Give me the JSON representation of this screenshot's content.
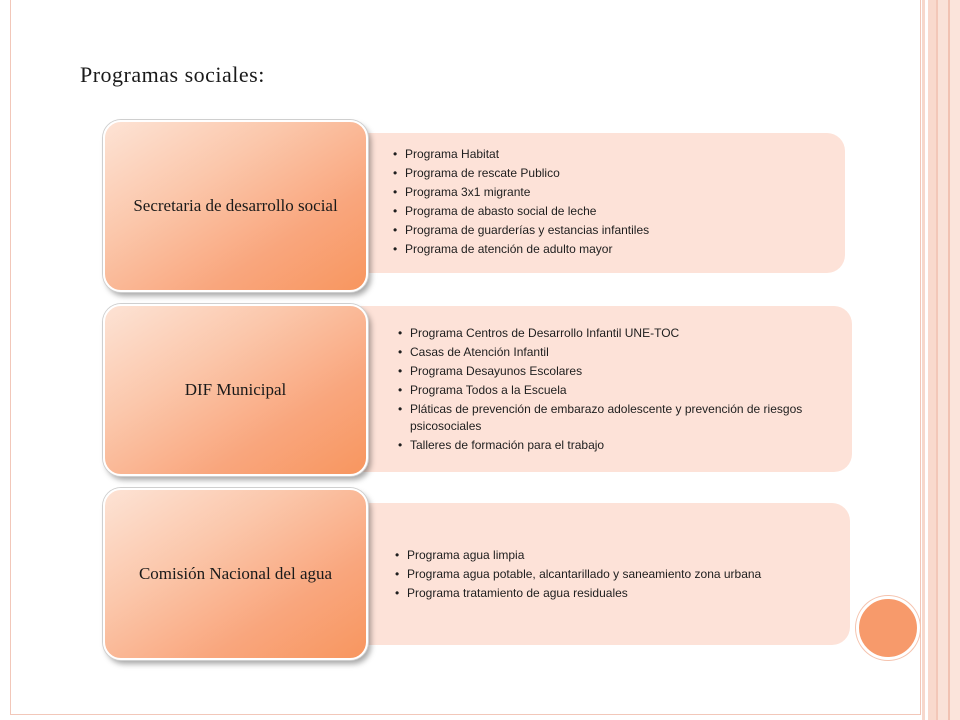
{
  "slide": {
    "title": "Programas sociales:",
    "colors": {
      "accent": "#f79a6b",
      "panel_bg": "#fde2d8",
      "box_gradient_start": "#fde3d5",
      "box_gradient_end": "#f8965f"
    }
  },
  "groups": [
    {
      "label": "Secretaria de desarrollo social",
      "items": [
        "Programa Habitat",
        "Programa de rescate Publico",
        "Programa 3x1 migrante",
        "Programa de abasto social de leche",
        "Programa de guarderías y estancias infantiles",
        "Programa de atención de adulto mayor"
      ]
    },
    {
      "label": "DIF Municipal",
      "items": [
        "Programa Centros de Desarrollo Infantil UNE-TOC",
        "Casas de Atención Infantil",
        "Programa Desayunos Escolares",
        "Programa Todos a la Escuela",
        "Pláticas de prevención de embarazo adolescente y prevención de riesgos psicosociales",
        "Talleres de formación para el trabajo"
      ]
    },
    {
      "label": "Comisión  Nacional del agua",
      "items": [
        "Programa agua limpia",
        "Programa agua potable, alcantarillado y saneamiento zona urbana",
        "Programa tratamiento de agua residuales"
      ]
    }
  ]
}
